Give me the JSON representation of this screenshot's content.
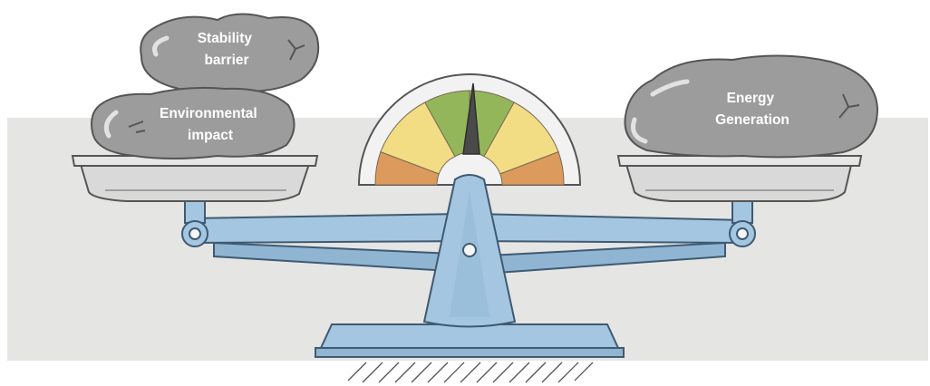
{
  "left_pan": {
    "rocks": [
      {
        "lines": [
          "Stability",
          "barrier"
        ]
      },
      {
        "lines": [
          "Environmental",
          "impact"
        ]
      }
    ]
  },
  "right_pan": {
    "rocks": [
      {
        "lines": [
          "Energy",
          "Generation"
        ]
      }
    ]
  },
  "gauge": {
    "segments_left_to_right": [
      "orange",
      "yellow",
      "green",
      "green",
      "yellow",
      "orange"
    ],
    "needle_zone": "green"
  },
  "colors": {
    "background_band": "#e5e5e4",
    "rock_fill": "#9c9c9c",
    "rock_outline": "#555555",
    "pan_fill": "#dadada",
    "beam_fill": "#a4c6e0",
    "beam_outline": "#3f5a72",
    "gauge_orange": "#dc9a5c",
    "gauge_yellow": "#f3dd84",
    "gauge_green": "#93b65b",
    "needle": "#4a4a4a"
  }
}
